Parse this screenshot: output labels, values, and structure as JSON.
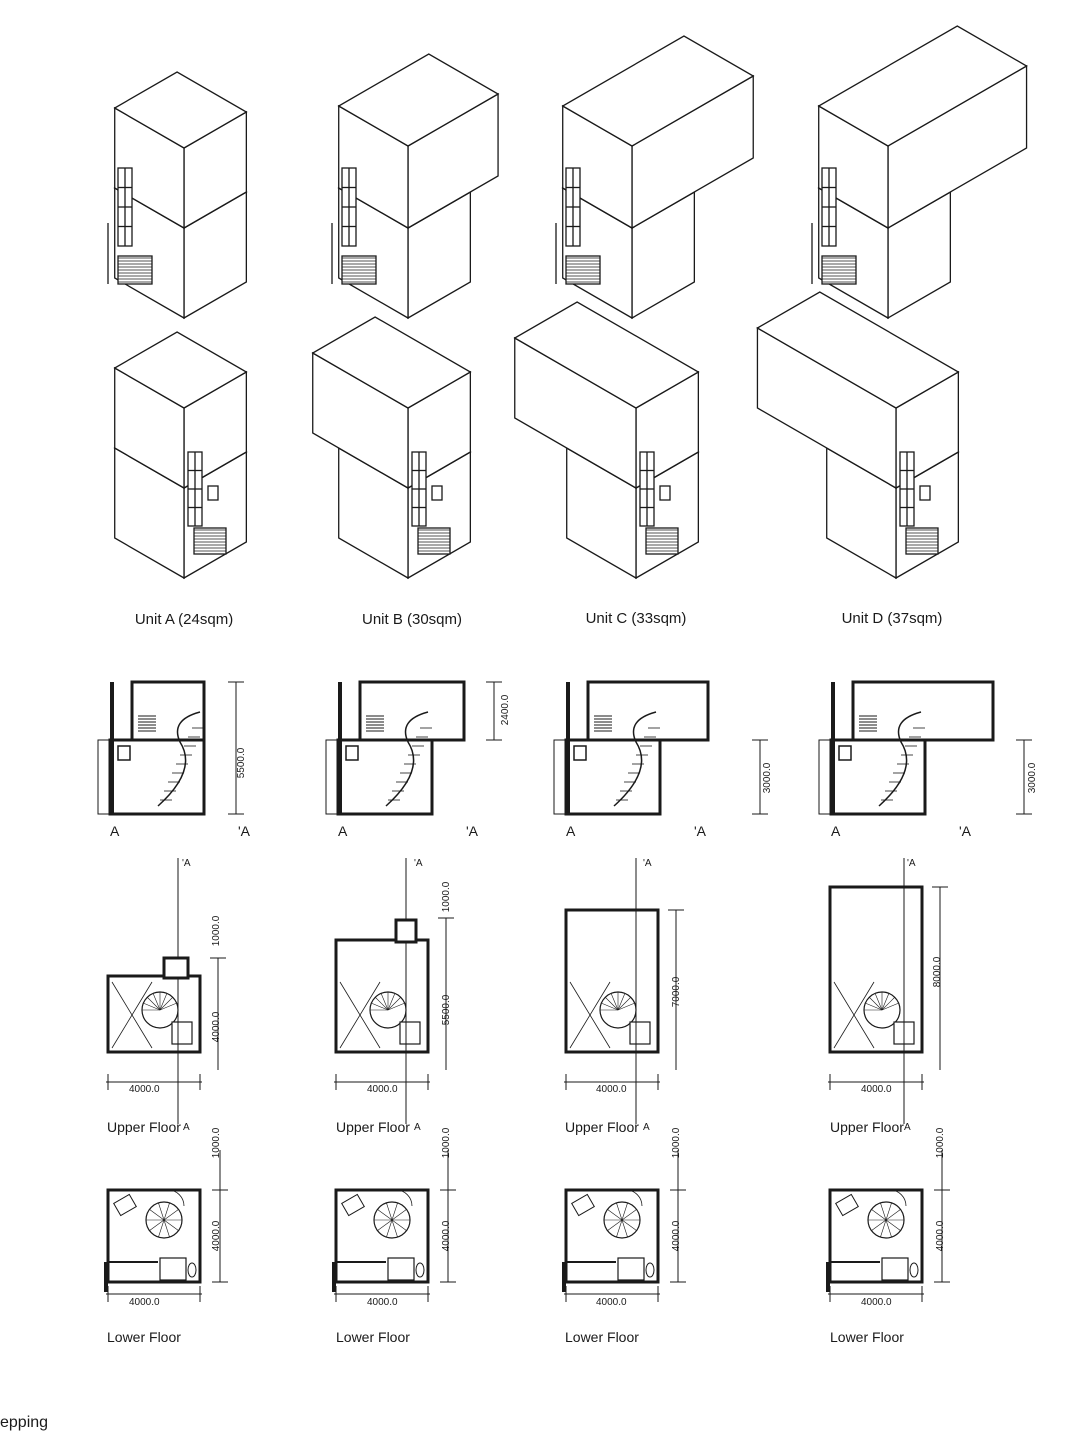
{
  "units": [
    {
      "title": "Unit A (24sqm)",
      "dim_upper": "1000.0",
      "dim_lower": "4000.0",
      "dim_width": "4000.0",
      "dim_section": "5500.0",
      "dim_lower_top": "1000.0",
      "dim_lower_right": "4000.0",
      "dim_lower_width": "4000.0"
    },
    {
      "title": "Unit B (30sqm)",
      "dim_upper": "1000.0",
      "dim_lower": "5500.0",
      "dim_width": "4000.0",
      "dim_section": "2400.0",
      "dim_lower_top": "1000.0",
      "dim_lower_right": "4000.0",
      "dim_lower_width": "4000.0"
    },
    {
      "title": "Unit C (33sqm)",
      "dim_upper": "",
      "dim_lower": "7000.0",
      "dim_width": "4000.0",
      "dim_section": "3000.0",
      "dim_lower_top": "1000.0",
      "dim_lower_right": "4000.0",
      "dim_lower_width": "4000.0"
    },
    {
      "title": "Unit D (37sqm)",
      "dim_upper": "",
      "dim_lower": "8000.0",
      "dim_width": "4000.0",
      "dim_section": "3000.0",
      "dim_lower_top": "1000.0",
      "dim_lower_right": "4000.0",
      "dim_lower_width": "4000.0"
    }
  ],
  "section_marks": {
    "left": "A",
    "right": "'A"
  },
  "cut_marks": {
    "top": "'A",
    "bottom": "A"
  },
  "floor_labels": {
    "upper": "Upper Floor",
    "lower": "Lower Floor"
  },
  "footer_fragment": "epping"
}
